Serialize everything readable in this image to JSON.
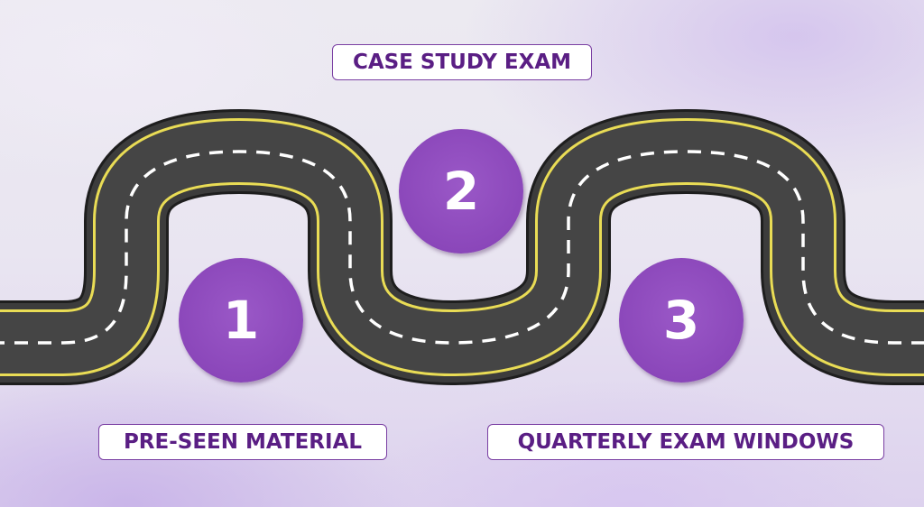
{
  "colors": {
    "circle_fill": "#8b47ba",
    "label_text": "#5a1e84",
    "label_border": "#7a3fa3",
    "road_asphalt": "#3c3c3c",
    "road_edge_line": "#e9dc55",
    "road_center_dash": "#ffffff"
  },
  "steps": [
    {
      "number": "1",
      "label": "PRE-SEEN MATERIAL"
    },
    {
      "number": "2",
      "label": "CASE STUDY EXAM"
    },
    {
      "number": "3",
      "label": "QUARTERLY EXAM WINDOWS"
    }
  ]
}
